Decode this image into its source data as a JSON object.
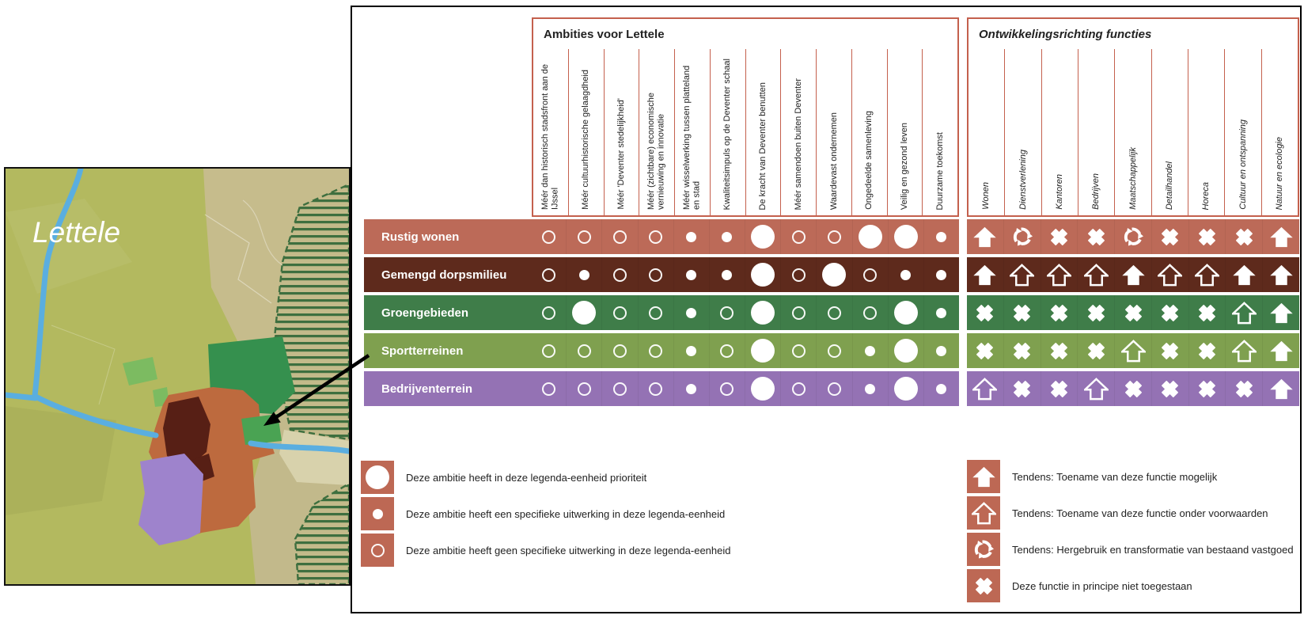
{
  "map": {
    "label": "Lettele"
  },
  "matrix": {
    "ambitions_title": "Ambities voor Lettele",
    "functions_title": "Ontwikkelingsrichting functies",
    "ambition_columns": [
      "Méér dan historisch stadsfront aan de IJssel",
      "Méér cultuurhistorische gelaagdheid",
      "Méér 'Deventer stedelijkheid'",
      "Méér (zichtbare) economische vernieuwing en innovatie",
      "Méér wisselwerking tussen platteland en stad",
      "Kwaliteitsimpuls op de Deventer schaal",
      "De kracht van Deventer benutten",
      "Méér samendoen buiten Deventer",
      "Waardevast ondernemen",
      "Ongedeelde samenleving",
      "Veilig en gezond leven",
      "Duurzame toekomst"
    ],
    "function_columns": [
      "Wonen",
      "Dienstverlening",
      "Kantoren",
      "Bedrijven",
      "Maatschappelijk",
      "Detailhandel",
      "Horeca",
      "Cultuur en ontspanning",
      "Natuur en ecologie"
    ],
    "rows": [
      {
        "label": "Rustig wonen",
        "color": "#bc6a58",
        "ambitions": [
          "open",
          "open",
          "open",
          "open",
          "small",
          "small",
          "large",
          "open",
          "open",
          "large",
          "large",
          "small"
        ],
        "functions": [
          "up",
          "recycle",
          "x",
          "x",
          "recycle",
          "x",
          "x",
          "x",
          "up"
        ]
      },
      {
        "label": "Gemengd dorpsmilieu",
        "color": "#5e2a1c",
        "ambitions": [
          "open",
          "small",
          "open",
          "open",
          "small",
          "small",
          "large",
          "open",
          "large",
          "open",
          "small",
          "small"
        ],
        "functions": [
          "up",
          "up-open",
          "up-open",
          "up-open",
          "up",
          "up-open",
          "up-open",
          "up",
          "up"
        ]
      },
      {
        "label": "Groengebieden",
        "color": "#3f7d49",
        "ambitions": [
          "open",
          "large",
          "open",
          "open",
          "small",
          "open",
          "large",
          "open",
          "open",
          "open",
          "large",
          "small"
        ],
        "functions": [
          "x",
          "x",
          "x",
          "x",
          "x",
          "x",
          "x",
          "up-open",
          "up"
        ]
      },
      {
        "label": "Sportterreinen",
        "color": "#7fa04f",
        "ambitions": [
          "open",
          "open",
          "open",
          "open",
          "small",
          "open",
          "large",
          "open",
          "open",
          "small",
          "large",
          "small"
        ],
        "functions": [
          "x",
          "x",
          "x",
          "x",
          "up-open",
          "x",
          "x",
          "up-open",
          "up"
        ]
      },
      {
        "label": "Bedrijventerrein",
        "color": "#9472b4",
        "ambitions": [
          "open",
          "open",
          "open",
          "open",
          "small",
          "open",
          "large",
          "open",
          "open",
          "small",
          "large",
          "small"
        ],
        "functions": [
          "up-open",
          "x",
          "x",
          "up-open",
          "x",
          "x",
          "x",
          "x",
          "up"
        ]
      }
    ]
  },
  "ambition_legend": [
    {
      "symbol": "large",
      "text": "Deze ambitie heeft in deze legenda-eenheid prioriteit"
    },
    {
      "symbol": "small",
      "text": "Deze ambitie heeft een specifieke uitwerking in deze legenda-eenheid"
    },
    {
      "symbol": "open",
      "text": "Deze ambitie heeft geen specifieke uitwerking in deze legenda-eenheid"
    }
  ],
  "function_legend": [
    {
      "symbol": "up",
      "text": "Tendens: Toename van deze functie mogelijk"
    },
    {
      "symbol": "up-open",
      "text": "Tendens: Toename van deze functie onder voorwaarden"
    },
    {
      "symbol": "recycle",
      "text": "Tendens: Hergebruik en transformatie van bestaand vastgoed"
    },
    {
      "symbol": "x",
      "text": "Deze functie in principe niet toegestaan"
    }
  ],
  "colors": {
    "matrix_border": "#c4604d",
    "legend_box": "#bd6854",
    "rustig_wonen": "#bc6a58",
    "gemengd_dorpsmilieu": "#5e2a1c",
    "groengebieden": "#3f7d49",
    "sportterreinen": "#7fa04f",
    "bedrijventerrein": "#9472b4",
    "map_olive": "#b3b95f",
    "map_tan": "#c6bc8c",
    "map_village": "#bd6a3e",
    "map_core": "#571f15",
    "map_purple": "#9e83cc",
    "map_stream": "#5aaee0",
    "map_green": "#35904e"
  }
}
